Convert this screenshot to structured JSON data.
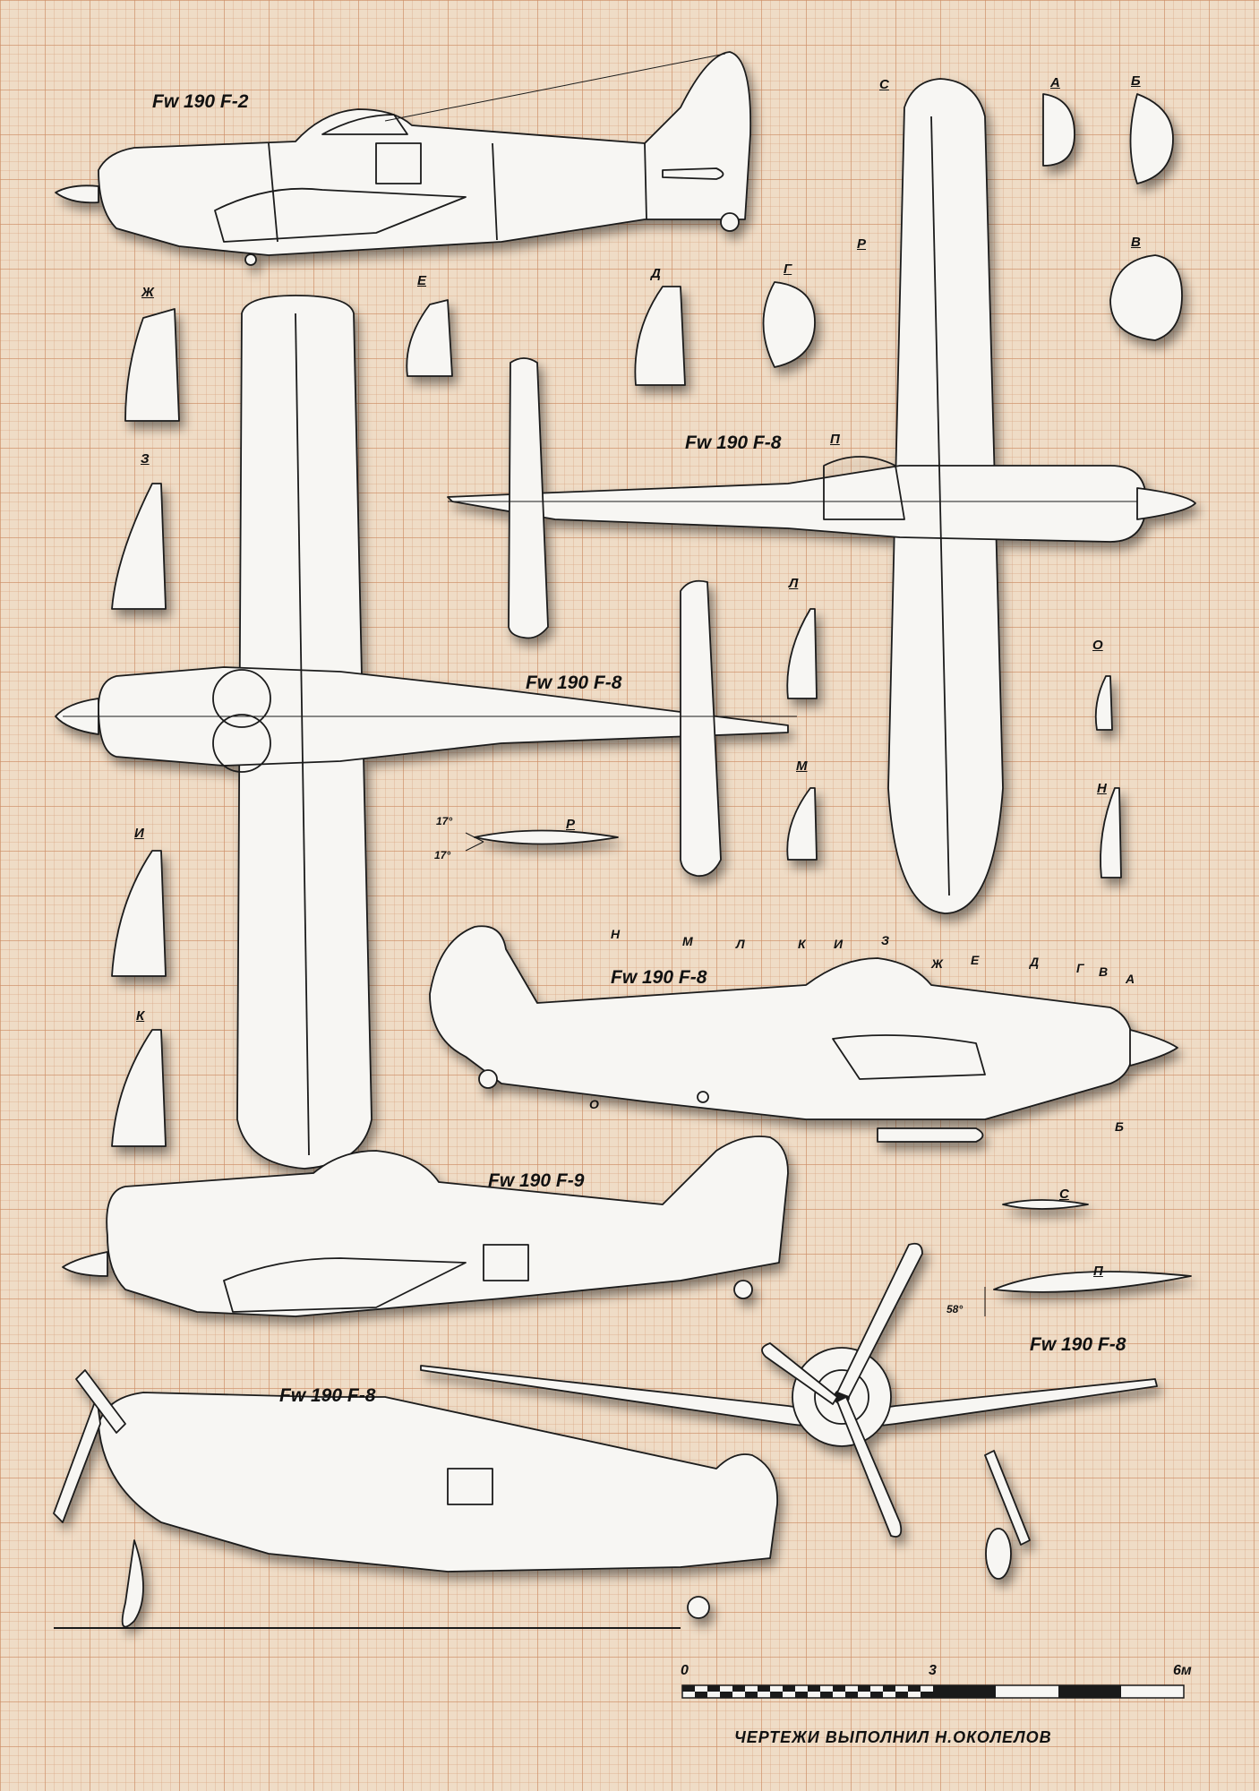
{
  "colors": {
    "paper": "#efdcc6",
    "grid": "#cd8c64",
    "ink": "#1a1a1a",
    "fill": "#f7f6f3",
    "shadow": "#8a7a68"
  },
  "aircraft": {
    "f2_side": "Fw 190 F-2",
    "f8_plan_top": "Fw 190 F-8",
    "f8_plan_left": "Fw 190 F-8",
    "f8_side": "Fw 190 F-8",
    "f9_side": "Fw 190 F-9",
    "f8_ground": "Fw 190 F-8",
    "f8_front": "Fw 190 F-8"
  },
  "sections": {
    "A": "А",
    "B": "Б",
    "V": "В",
    "G": "Г",
    "D": "Д",
    "E": "Е",
    "Zh": "Ж",
    "Z": "З",
    "I": "И",
    "K": "К",
    "L": "Л",
    "M": "М",
    "N": "Н",
    "O": "О",
    "P": "П",
    "R": "Р",
    "S": "С"
  },
  "station_marks": [
    "Н",
    "М",
    "Л",
    "К",
    "И",
    "З",
    "Ж",
    "Е",
    "Д",
    "Г",
    "В",
    "А",
    "О",
    "Б"
  ],
  "angles": {
    "rudder_up": "17°",
    "rudder_down": "17°",
    "gear": "58°"
  },
  "scale": {
    "start": "0",
    "mid": "3",
    "end": "6м"
  },
  "credit": "ЧЕРТЕЖИ ВЫПОЛНИЛ Н.ОКОЛЕЛОВ"
}
